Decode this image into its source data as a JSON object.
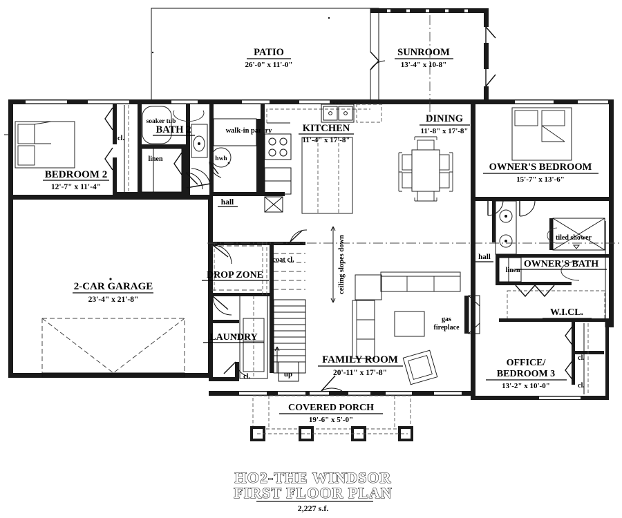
{
  "drawing": {
    "title_line1": "HO2-THE WINDSOR",
    "title_line2": "FIRST FLOOR PLAN",
    "area": "2,227 s.f.",
    "ink_color": "#111111",
    "paper_color": "#ffffff"
  },
  "rooms": [
    {
      "key": "patio",
      "name": "PATIO",
      "dims": "26'-0\" x 11'-0\""
    },
    {
      "key": "sunroom",
      "name": "SUNROOM",
      "dims": "13'-4\" x 10-8\""
    },
    {
      "key": "bedroom2",
      "name": "BEDROOM 2",
      "dims": "12'-7\" x 11'-4\""
    },
    {
      "key": "bath2",
      "name": "BATH 2",
      "dims": ""
    },
    {
      "key": "kitchen",
      "name": "KITCHEN",
      "dims": "11'-4\" x 17'-8\""
    },
    {
      "key": "dining",
      "name": "DINING",
      "dims": "11'-8\" x 17'-8\""
    },
    {
      "key": "owner",
      "name": "OWNER'S BEDROOM",
      "dims": "15'-7\" x 13'-6\""
    },
    {
      "key": "garage",
      "name": "2-CAR GARAGE",
      "dims": "23'-4\" x 21'-8\""
    },
    {
      "key": "dropzone",
      "name": "DROP ZONE",
      "dims": ""
    },
    {
      "key": "laundry",
      "name": "LAUNDRY",
      "dims": ""
    },
    {
      "key": "family",
      "name": "FAMILY ROOM",
      "dims": "20'-11\" x 17'-8\""
    },
    {
      "key": "ownbath",
      "name": "OWNER'S BATH",
      "dims": ""
    },
    {
      "key": "wicl",
      "name": "W.I.CL.",
      "dims": ""
    },
    {
      "key": "office",
      "name": "OFFICE/",
      "name2": "BEDROOM 3",
      "dims": "13'-2\" x 10'-0\""
    },
    {
      "key": "porch",
      "name": "COVERED PORCH",
      "dims": "19'-6\" x 5'-0\""
    }
  ],
  "annotations": {
    "soaker_tub": "soaker tub",
    "cl_bed2": "cl.",
    "linen_bath2": "linen",
    "walk_in_pantry": "walk-in pantry",
    "hwh": "hwh",
    "hall_left": "hall",
    "coat_cl": "coat cl.",
    "up": "up",
    "cl_laundry": "cl.",
    "ceiling_slopes": "ceiling slopes down",
    "gas_fireplace_l1": "gas",
    "gas_fireplace_l2": "fireplace",
    "hall_right": "hall",
    "tiled_shower": "tiled shower",
    "linen_ownbath": "linen",
    "cl_office_upper": "cl.",
    "cl_office_lower": "cl."
  }
}
